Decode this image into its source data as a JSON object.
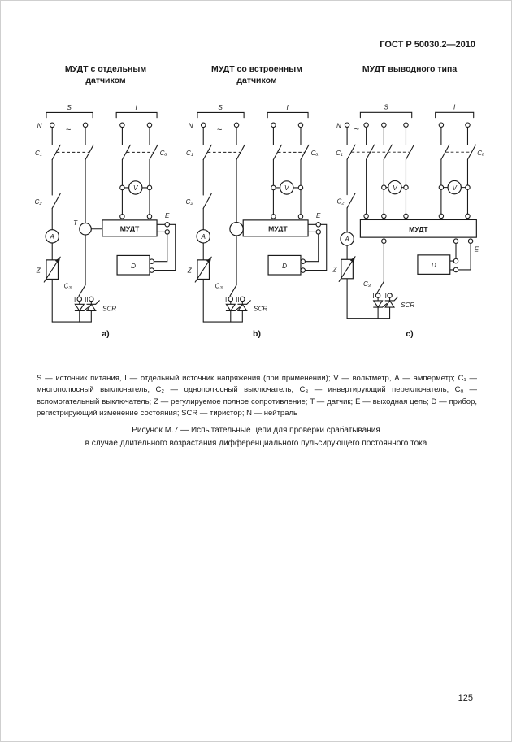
{
  "page": {
    "header": "ГОСТ Р 50030.2—2010",
    "page_number": "125"
  },
  "figure": {
    "legend": "S — источник питания, I — отдельный источник напряжения (при применении); V — вольтметр, А — амперметр; C₁ — многополюсный выключатель; C₂ — однополюсный выключатель; C₃ — инвертирующий переключатель; Cₐ — вспомогательный выключатель; Z — регулируемое полное сопротивление; T — датчик; E — выходная цепь; D — прибор, регистрирующий изменение состояния; SCR — тиристор; N — нейтраль",
    "caption_line1": "Рисунок М.7 — Испытательные цепи для проверки срабатывания",
    "caption_line2": "в случае длительного возрастания дифференциального пульсирующего постоянного тока"
  },
  "diagrams": [
    {
      "title": "МУДТ с отдельным\nдатчиком",
      "label": "a)"
    },
    {
      "title": "МУДТ со встроенным\nдатчиком",
      "label": "b)"
    },
    {
      "title": "МУДТ выводного типа",
      "label": "c)"
    }
  ],
  "symbols": {
    "S": "S",
    "I": "I",
    "N": "N",
    "tilde": "~",
    "C1": "C₁",
    "C2": "C₂",
    "C3": "C₃",
    "Ca": "Cₐ",
    "V": "V",
    "A": "A",
    "T": "T",
    "E": "E",
    "Z": "Z",
    "D": "D",
    "SCR": "SCR",
    "MUDT": "МУДТ",
    "contact_I": "I",
    "contact_II": "II"
  }
}
